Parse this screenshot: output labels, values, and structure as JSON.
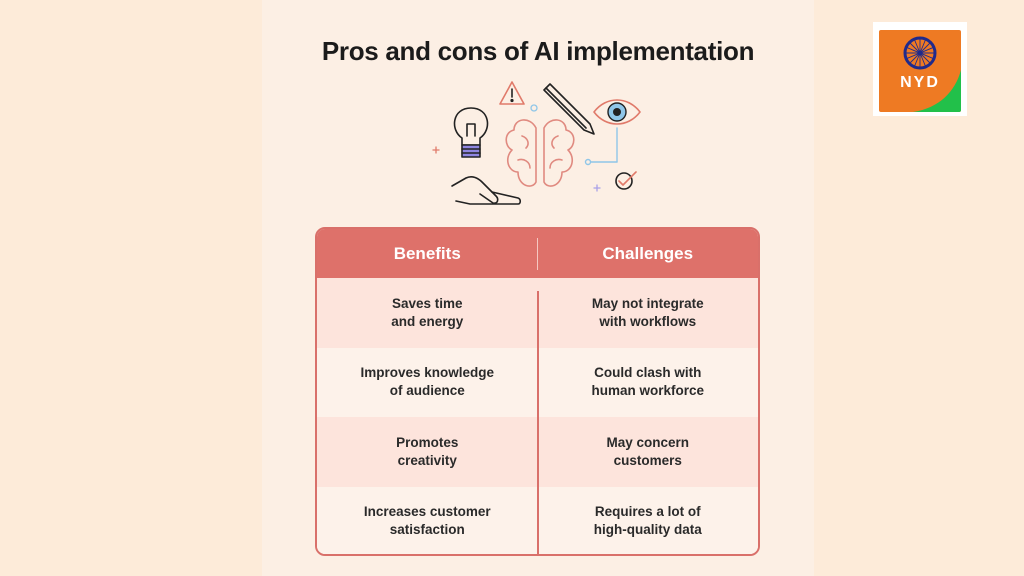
{
  "title": "Pros and cons of AI implementation",
  "illustration_icons": [
    "lightbulb-icon",
    "hand-icon",
    "brain-icon",
    "warning-icon",
    "pencil-icon",
    "eye-icon",
    "check-icon"
  ],
  "table": {
    "headers": [
      "Benefits",
      "Challenges"
    ],
    "rows": [
      {
        "benefit": "Saves time\nand energy",
        "challenge": "May not integrate\nwith workflows"
      },
      {
        "benefit": "Improves knowledge\nof audience",
        "challenge": "Could clash with\nhuman workforce"
      },
      {
        "benefit": "Promotes\ncreativity",
        "challenge": "May concern\ncustomers"
      },
      {
        "benefit": "Increases customer\nsatisfaction",
        "challenge": "Requires a lot of\nhigh-quality data"
      }
    ]
  },
  "logo": {
    "text": "NYD",
    "primary_color": "#ee7a23",
    "accent_color": "#22c04a",
    "wheel_color": "#1f2a8c"
  },
  "colors": {
    "header": "#de716a",
    "border": "#d9706a",
    "row_shade": "#fde4dc",
    "background": "#fdebd9"
  }
}
